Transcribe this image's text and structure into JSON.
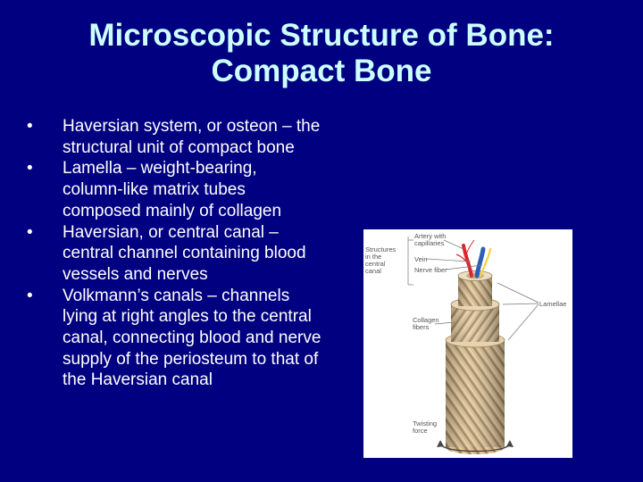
{
  "slide": {
    "title_line1": "Microscopic Structure of Bone:",
    "title_line2": "Compact Bone",
    "bullet_glyph": "•",
    "bullets": [
      "Haversian system, or osteon – the structural unit of compact bone",
      "Lamella – weight-bearing, column-like matrix tubes composed mainly of collagen",
      "Haversian, or central canal – central channel containing blood vessels and nerves",
      "Volkmann’s canals – channels lying at right angles to the central canal, connecting blood and nerve supply of the periosteum to that of the Haversian canal"
    ]
  },
  "figure": {
    "labels": {
      "structures_l1": "Structures",
      "structures_l2": "in the",
      "structures_l3": "central",
      "structures_l4": "canal",
      "artery_l1": "Artery with",
      "artery_l2": "capillaries",
      "vein": "Vein",
      "nerve": "Nerve fiber",
      "lamellae": "Lamellae",
      "collagen_l1": "Collagen",
      "collagen_l2": "fibers",
      "twisting_l1": "Twisting",
      "twisting_l2": "force"
    }
  },
  "colors": {
    "background": "#000080",
    "title": "#ccffff",
    "body_text": "#ffffff",
    "artery": "#d8282e",
    "vein": "#2e5fb8",
    "nerve": "#f2d23a",
    "bone": "#d9bf94"
  }
}
